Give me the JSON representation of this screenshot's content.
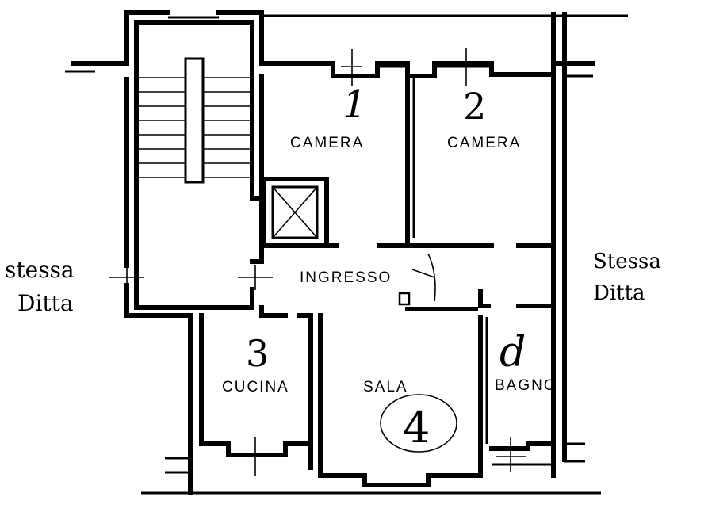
{
  "rooms": {
    "camera1": {
      "name": "CAMERA",
      "number": "1"
    },
    "camera2": {
      "name": "CAMERA",
      "number": "2"
    },
    "cucina": {
      "name": "CUCINA",
      "number": "3"
    },
    "sala": {
      "name": "SALA",
      "number": "4"
    },
    "ingresso": {
      "name": "INGRESSO"
    },
    "bagno": {
      "name": "BAGNO",
      "number": "d"
    }
  },
  "neighbors": {
    "left_line1": "stessa",
    "left_line2": "Ditta",
    "right_line1": "Stessa",
    "right_line2": "Ditta"
  }
}
